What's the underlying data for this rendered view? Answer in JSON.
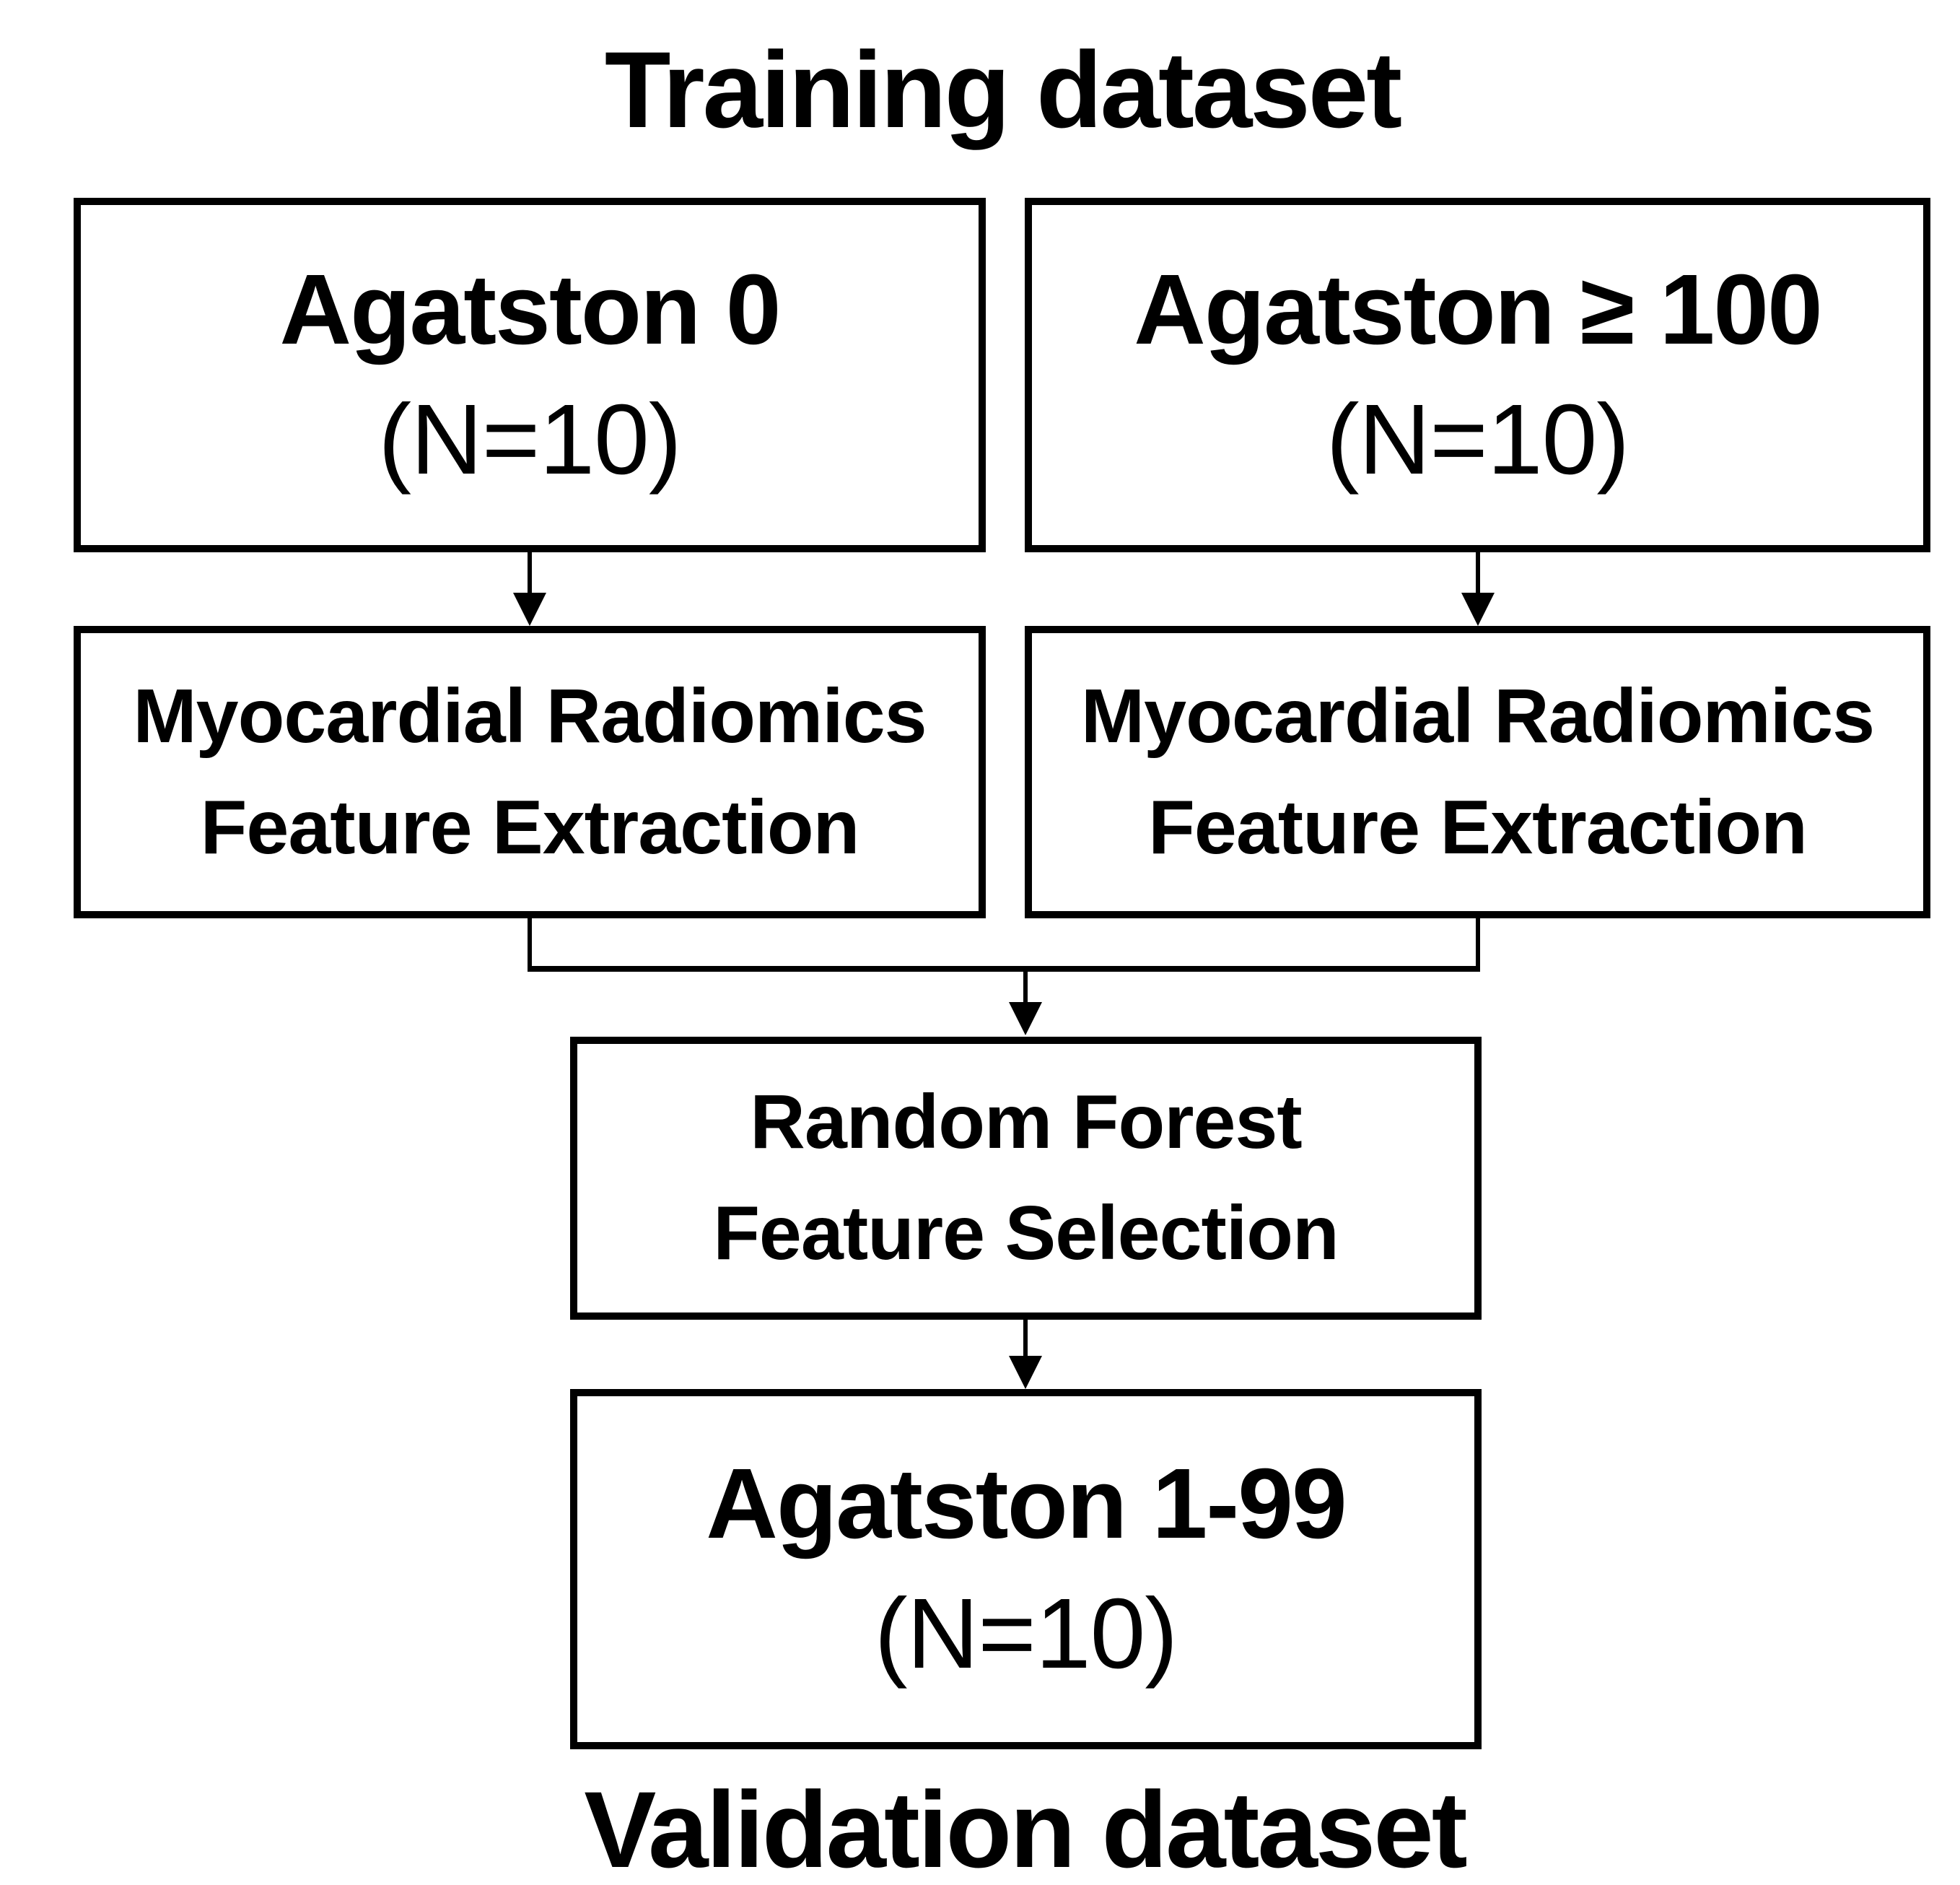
{
  "page": {
    "background": "#ffffff",
    "ink": "#000000"
  },
  "header": {
    "title": "Training dataset"
  },
  "footer": {
    "title": "Validation dataset"
  },
  "diagram": {
    "type": "flowchart",
    "nodes": [
      {
        "id": "agatston-0",
        "line1": "Agatston 0",
        "line2": "(N=10)"
      },
      {
        "id": "agatston-ge-100",
        "line1": "Agatston ≥ 100",
        "line2": "(N=10)"
      },
      {
        "id": "myocardial-extraction-left",
        "line1": "Myocardial Radiomics",
        "line2": "Feature Extraction"
      },
      {
        "id": "myocardial-extraction-right",
        "line1": "Myocardial Radiomics",
        "line2": "Feature Extraction"
      },
      {
        "id": "random-forest-selection",
        "line1": "Random Forest",
        "line2": "Feature Selection"
      },
      {
        "id": "agatston-1-99",
        "line1": "Agatston 1-99",
        "line2": "(N=10)"
      }
    ],
    "edges": [
      {
        "from": "agatston-0",
        "to": "myocardial-extraction-left"
      },
      {
        "from": "agatston-ge-100",
        "to": "myocardial-extraction-right"
      },
      {
        "from": "myocardial-extraction-left",
        "to": "random-forest-selection"
      },
      {
        "from": "myocardial-extraction-right",
        "to": "random-forest-selection"
      },
      {
        "from": "random-forest-selection",
        "to": "agatston-1-99"
      }
    ]
  }
}
